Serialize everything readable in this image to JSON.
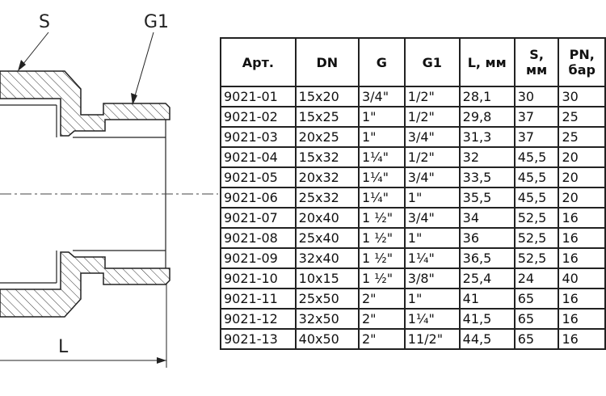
{
  "drawing": {
    "label_s": "S",
    "label_g1": "G1",
    "label_l": "L"
  },
  "table": {
    "headers": [
      [
        "Арт."
      ],
      [
        "DN"
      ],
      [
        "G"
      ],
      [
        "G1"
      ],
      [
        "L, мм"
      ],
      [
        "S,",
        "мм"
      ],
      [
        "PN,",
        "бар"
      ]
    ],
    "rows": [
      [
        "9021-01",
        "15x20",
        "3/4\"",
        "1/2\"",
        "28,1",
        "30",
        "30"
      ],
      [
        "9021-02",
        "15x25",
        "1\"",
        "1/2\"",
        "29,8",
        "37",
        "25"
      ],
      [
        "9021-03",
        "20x25",
        "1\"",
        "3/4\"",
        "31,3",
        "37",
        "25"
      ],
      [
        "9021-04",
        "15x32",
        "1¼\"",
        "1/2\"",
        "32",
        "45,5",
        "20"
      ],
      [
        "9021-05",
        "20x32",
        "1¼\"",
        "3/4\"",
        "33,5",
        "45,5",
        "20"
      ],
      [
        "9021-06",
        "25x32",
        "1¼\"",
        "1\"",
        "35,5",
        "45,5",
        "20"
      ],
      [
        "9021-07",
        "20x40",
        "1 ½\"",
        "3/4\"",
        "34",
        "52,5",
        "16"
      ],
      [
        "9021-08",
        "25x40",
        "1 ½\"",
        "1\"",
        "36",
        "52,5",
        "16"
      ],
      [
        "9021-09",
        "32x40",
        "1 ½\"",
        "1¼\"",
        "36,5",
        "52,5",
        "16"
      ],
      [
        "9021-10",
        "10x15",
        "1 ½\"",
        "3/8\"",
        "25,4",
        "24",
        "40"
      ],
      [
        "9021-11",
        "25x50",
        "2\"",
        "1\"",
        "41",
        "65",
        "16"
      ],
      [
        "9021-12",
        "32x50",
        "2\"",
        "1¼\"",
        "41,5",
        "65",
        "16"
      ],
      [
        "9021-13",
        "40x50",
        "2\"",
        "11/2\"",
        "44,5",
        "65",
        "16"
      ]
    ]
  }
}
